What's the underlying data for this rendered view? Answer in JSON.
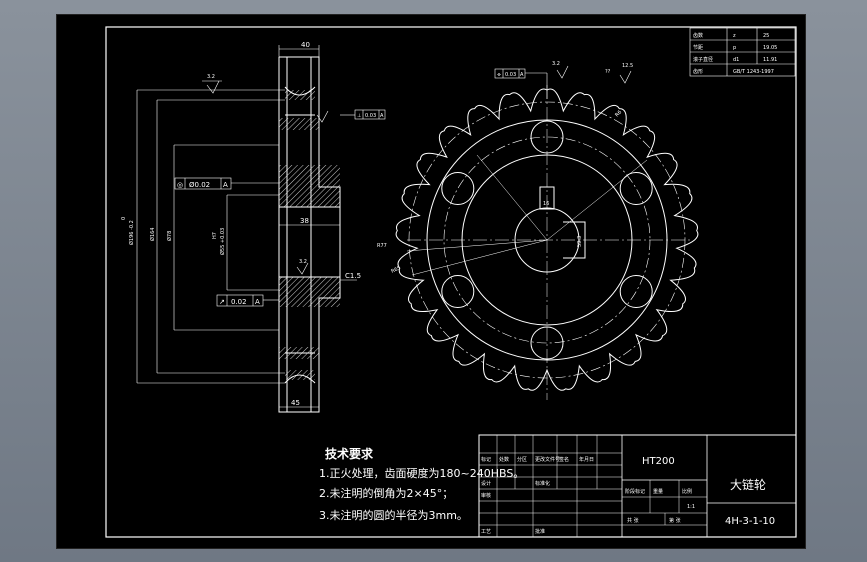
{
  "drawing": {
    "title_block": {
      "material": "HT200",
      "part_name": "大链轮",
      "drawing_number": "4H-3-1-10",
      "scale": "1:1"
    },
    "params_table": [
      {
        "k": "齿数",
        "v1": "z",
        "v2": "25"
      },
      {
        "k": "节距",
        "v1": "p",
        "v2": "19.05"
      },
      {
        "k": "滚子直径",
        "v1": "d1",
        "v2": "11.91"
      },
      {
        "k": "齿形",
        "v1": "",
        "v2": "GB/T 1243-1997"
      }
    ],
    "tech_requirements": {
      "title": "技术要求",
      "lines": [
        "1.正火处理，齿面硬度为180~240HBS。",
        "2.未注明的倒角为2×45°；",
        "3.未注明的圆的半径为3mm。"
      ]
    },
    "dimensions": {
      "width_top": "40",
      "bore_len": "38",
      "hub_len": "45",
      "chamfer": "C1.5",
      "rough_left": "3.2",
      "rough_right": "12.5",
      "rough_extra": "??",
      "rough_hub": "3.2",
      "od_tol": "Ø196 -0.2",
      "od_tol_top": "0",
      "dia_2": "Ø164",
      "dia_3": "Ø78",
      "bore": "Ø55 +0.03",
      "bore_h": "H7",
      "key_t": "59.3",
      "key_b": "16",
      "r1": "R77",
      "r2": "R65",
      "r3": "R6"
    },
    "tolerances": {
      "concentricity": {
        "symbol": "◎",
        "value": "Ø0.02",
        "datum": "A"
      },
      "runout": {
        "symbol": "↗",
        "value": "0.02",
        "datum": "A"
      },
      "perp_right": {
        "symbol": "⊥",
        "value": "0.03",
        "datum": "A"
      },
      "sym_top": {
        "symbol": "⌯",
        "value": "0.03",
        "datum": "A"
      }
    },
    "title_block_labels": {
      "mark": "标记",
      "count": "处数",
      "zone": "分区",
      "change_doc": "更改文件号",
      "sign": "签名",
      "date": "年月日",
      "designer": "设计",
      "standardize": "标准化",
      "review": "审核",
      "process": "工艺",
      "approve": "批准",
      "stage": "阶段标记",
      "weight": "重量",
      "ratio": "比例",
      "sheet": "共 张",
      "sheet_no": "第 张"
    }
  }
}
